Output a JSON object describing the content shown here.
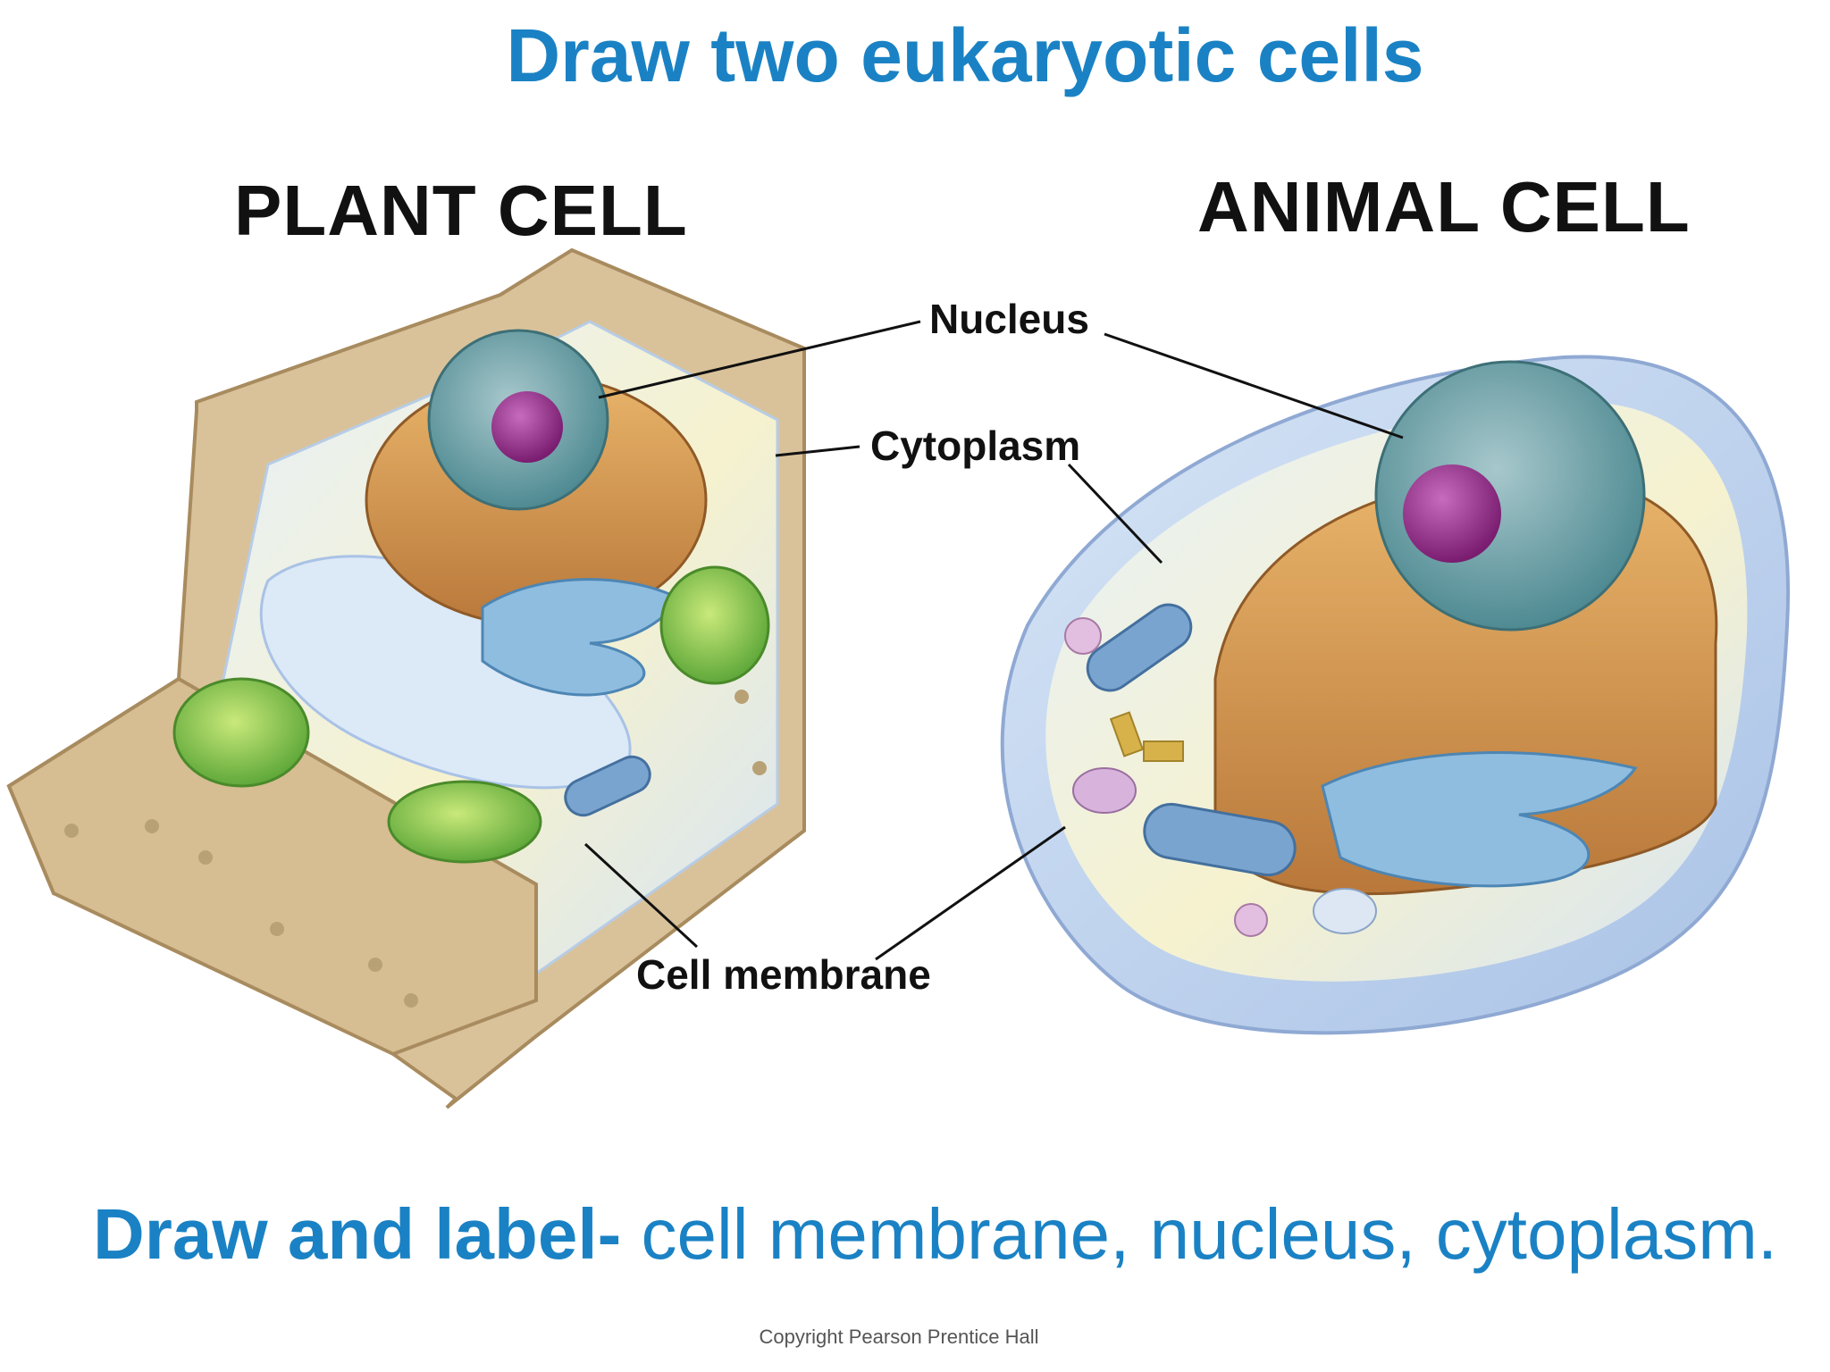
{
  "title": "Draw two eukaryotic cells",
  "plant_cell": {
    "title": "PLANT CELL"
  },
  "animal_cell": {
    "title": "ANIMAL CELL"
  },
  "labels": {
    "nucleus": "Nucleus",
    "cytoplasm": "Cytoplasm",
    "cell_membrane": "Cell membrane"
  },
  "instruction": {
    "bold": "Draw and label-",
    "rest": " cell membrane, nucleus, cytoplasm."
  },
  "copyright": "Copyright Pearson Prentice Hall",
  "colors": {
    "title_blue": "#1a82c4",
    "cell_wall": "#d9c29a",
    "nucleus": "#6fa0a6",
    "nucleolus": "#9b2d8f",
    "er": "#d79a4a",
    "golgi": "#7fb0d6",
    "chloroplast": "#8cc63f",
    "membrane": "#bcd3ee"
  }
}
